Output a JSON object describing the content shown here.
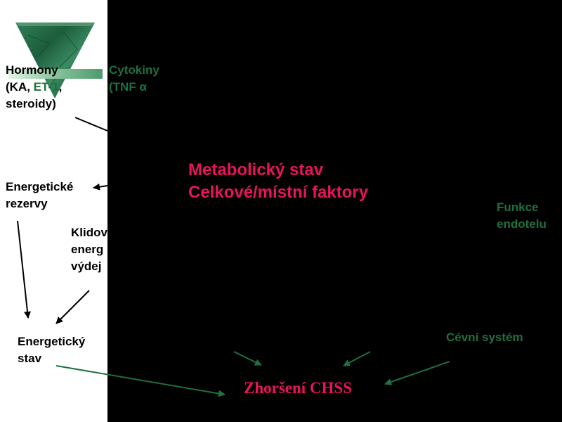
{
  "colors": {
    "background_left": "#ffffff",
    "background_right": "#000000",
    "text_dark": "#000000",
    "green": "#1f6f3f",
    "crimson": "#e8145c"
  },
  "left": {
    "hormones": {
      "line1": "Hormony",
      "line2_prefix": "(KA, ",
      "line2_highlight": "ET-1",
      "line2_suffix": ",",
      "line3": "steroidy)"
    },
    "reserves": {
      "line1": "Energetické",
      "line2": "rezervy"
    },
    "resting": {
      "line1": "Klidov",
      "line2": "energ",
      "line3": "výdej"
    },
    "energy_state": {
      "line1": "Energetický",
      "line2": "stav"
    }
  },
  "right": {
    "cytokines": {
      "line1": "Cytokiny",
      "line2": "(TNF α"
    },
    "metabolic": {
      "line1": "Metabolický stav",
      "line2": "Celkové/místní faktory"
    },
    "endothelium": {
      "line1": "Funkce",
      "line2": "endotelu"
    },
    "vascular": {
      "label": "Cévní systém"
    },
    "outcome": {
      "label": "Zhoršení CHSS"
    }
  }
}
